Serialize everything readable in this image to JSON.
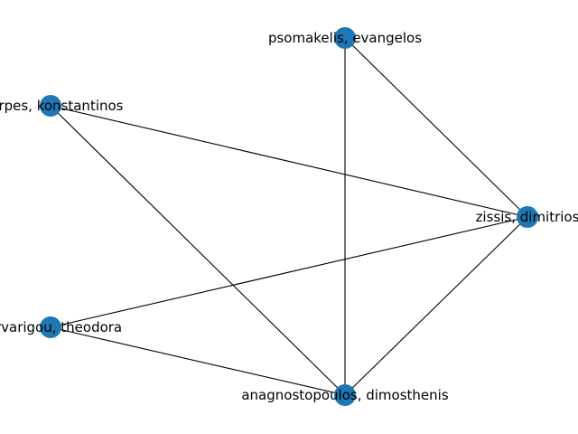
{
  "colors": {
    "node": "#1f77b4",
    "edge": "#000000",
    "background": "#ffffff"
  },
  "nodes": [
    {
      "id": "n1",
      "label": "psomakelis, evangelos"
    },
    {
      "id": "n2",
      "label": "tserpes, konstantinos"
    },
    {
      "id": "n3",
      "label": "zissis, dimitrios"
    },
    {
      "id": "n4",
      "label": "varvarigou, theodora"
    },
    {
      "id": "n5",
      "label": "anagnostopoulos, dimosthenis"
    }
  ],
  "edges": [
    {
      "source": "n1",
      "target": "n3"
    },
    {
      "source": "n1",
      "target": "n5"
    },
    {
      "source": "n2",
      "target": "n3"
    },
    {
      "source": "n2",
      "target": "n5"
    },
    {
      "source": "n4",
      "target": "n3"
    },
    {
      "source": "n4",
      "target": "n5"
    },
    {
      "source": "n3",
      "target": "n5"
    }
  ]
}
